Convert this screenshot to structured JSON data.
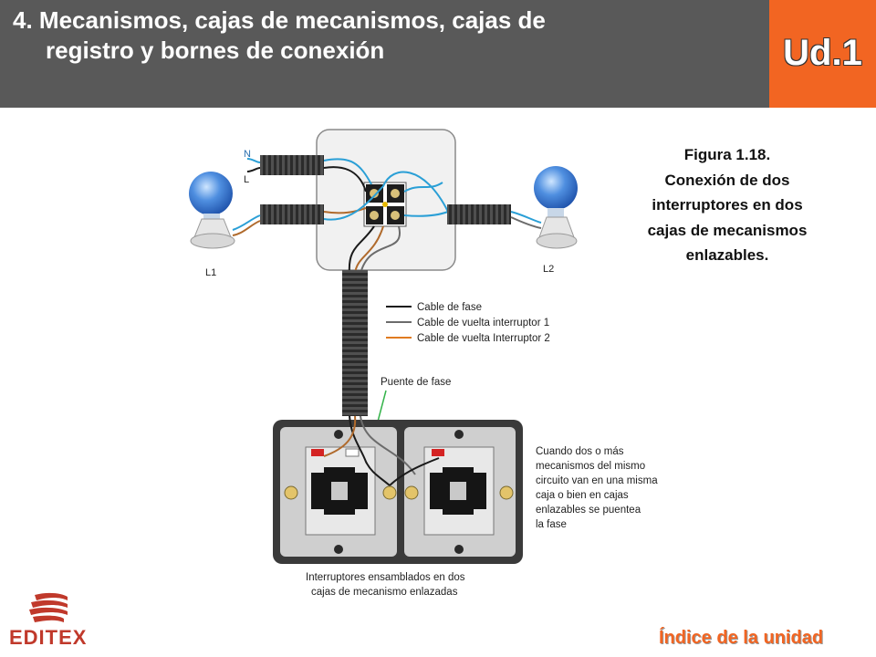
{
  "header": {
    "title_line1": "4. Mecanismos, cajas de mecanismos, cajas de",
    "title_line2": "registro y bornes de conexión",
    "unit": "Ud.1"
  },
  "figure": {
    "caption_lines": [
      "Figura 1.18.",
      "Conexión de dos",
      "interruptores en dos",
      "cajas de mecanismos",
      "enlazables."
    ],
    "labels": {
      "neutral": "N",
      "line": "L",
      "lamp1": "L1",
      "lamp2": "L2",
      "bridge": "Puente de fase"
    },
    "legend": [
      {
        "label": "Cable de fase",
        "color": "#1a1a1a"
      },
      {
        "label": "Cable de vuelta interruptor 1",
        "color": "#6b6b6b"
      },
      {
        "label": "Cable de vuelta Interruptor 2",
        "color": "#e07b20"
      }
    ],
    "note_lines": [
      "Cuando dos o más",
      "mecanismos del mismo",
      "circuito van en una misma",
      "caja o bien en cajas",
      "enlazables se puentea",
      "la fase"
    ],
    "bottom_caption_lines": [
      "Interruptores ensamblados en dos",
      "cajas de mecanismo enlazadas"
    ]
  },
  "footer": {
    "brand": "EDITEX",
    "index_link": "Índice de la unidad"
  },
  "colors": {
    "header_bg": "#595959",
    "accent": "#f26522",
    "wire_blue": "#2a9fd6",
    "wire_brown": "#b06a2c"
  }
}
